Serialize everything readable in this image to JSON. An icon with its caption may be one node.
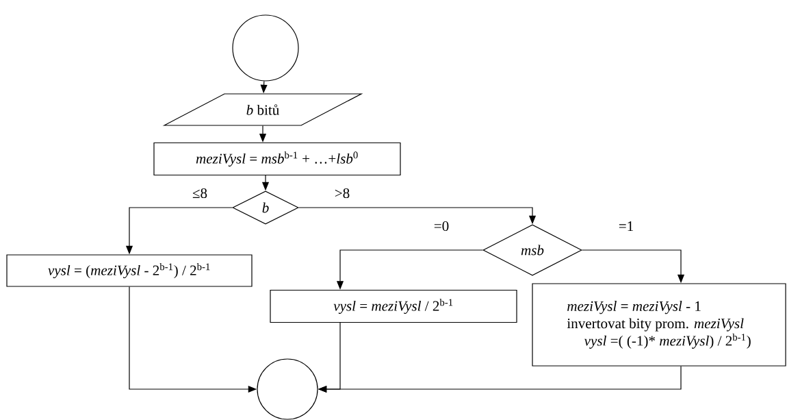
{
  "diagram": {
    "nodes": [
      {
        "text": [],
        "shape": "circle"
      },
      {
        "text": [
          "*b* bitů"
        ]
      },
      {
        "text": [
          "*meziVysl* = *msb*$^{b-1}$ + …+*lsb*$^{0}$"
        ]
      },
      {
        "text": [
          "*b*"
        ]
      },
      {
        "text": [
          "*vysl* = (*meziVysl* - 2$^{b-1}$) / 2$^{b-1}$"
        ]
      },
      {
        "text": [
          "*msb*"
        ]
      },
      {
        "text": [
          "*vysl* = *meziVysl* / 2$^{b-1}$"
        ]
      },
      {
        "text": [
          "*meziVysl* = *meziVysl* - 1",
          "invertovat bity prom. *meziVysl*",
          "*vysl* =( (-1)* *meziVysl*) / 2$^{b-1}$)"
        ]
      },
      {
        "text": [],
        "shape": "circle"
      }
    ],
    "edges": [
      {
        "from": 0,
        "to": 1,
        "arrow": "to"
      },
      {
        "from": 1,
        "to": 2,
        "arrow": "to"
      },
      {
        "from": 2,
        "to": 3,
        "arrow": "to"
      },
      {
        "from": 3,
        "to": 4,
        "arrow": "to",
        "label": "≤8"
      },
      {
        "from": 3,
        "to": 5,
        "arrow": "to",
        "label": ">8"
      },
      {
        "from": 5,
        "to": 6,
        "arrow": "to",
        "label": "=0"
      },
      {
        "from": 5,
        "to": 7,
        "arrow": "to",
        "label": "=1"
      },
      {
        "from": 4,
        "to": 8,
        "arrow": "to"
      },
      {
        "from": 6,
        "to": 8,
        "arrow": "to"
      },
      {
        "from": 7,
        "to": 8,
        "arrow": "to"
      }
    ]
  }
}
